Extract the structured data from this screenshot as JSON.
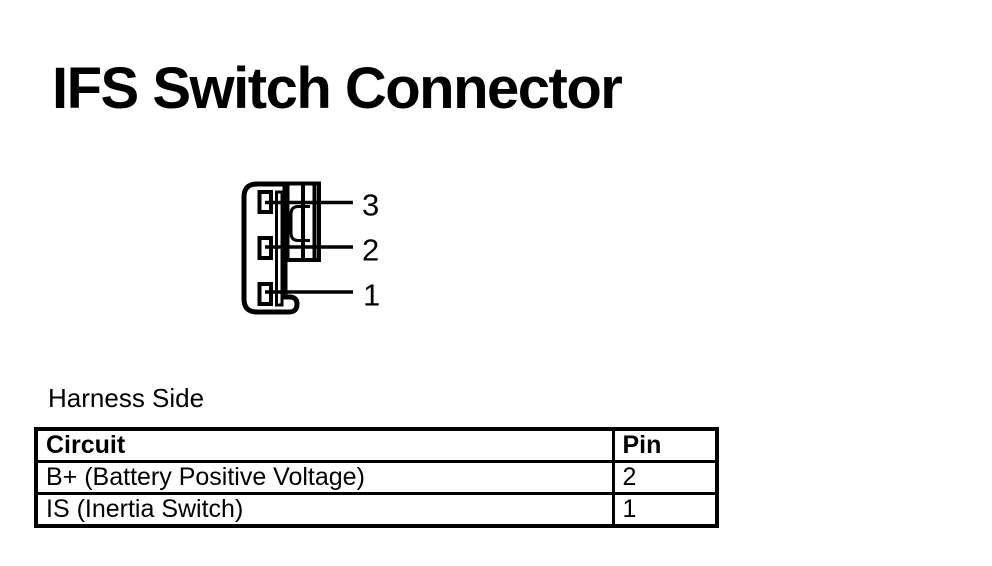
{
  "page": {
    "background": "#ffffff",
    "ink": "#000000"
  },
  "title": "IFS Switch Connector",
  "diagram": {
    "type": "connector-pinout-side-view",
    "label": "Harness Side",
    "pins": [
      {
        "number": "3"
      },
      {
        "number": "2"
      },
      {
        "number": "1"
      }
    ]
  },
  "table": {
    "columns": [
      "Circuit",
      "Pin"
    ],
    "rows": [
      {
        "circuit": "B+ (Battery Positive Voltage)",
        "pin": "2"
      },
      {
        "circuit": "IS (Inertia Switch)",
        "pin": "1"
      }
    ]
  }
}
